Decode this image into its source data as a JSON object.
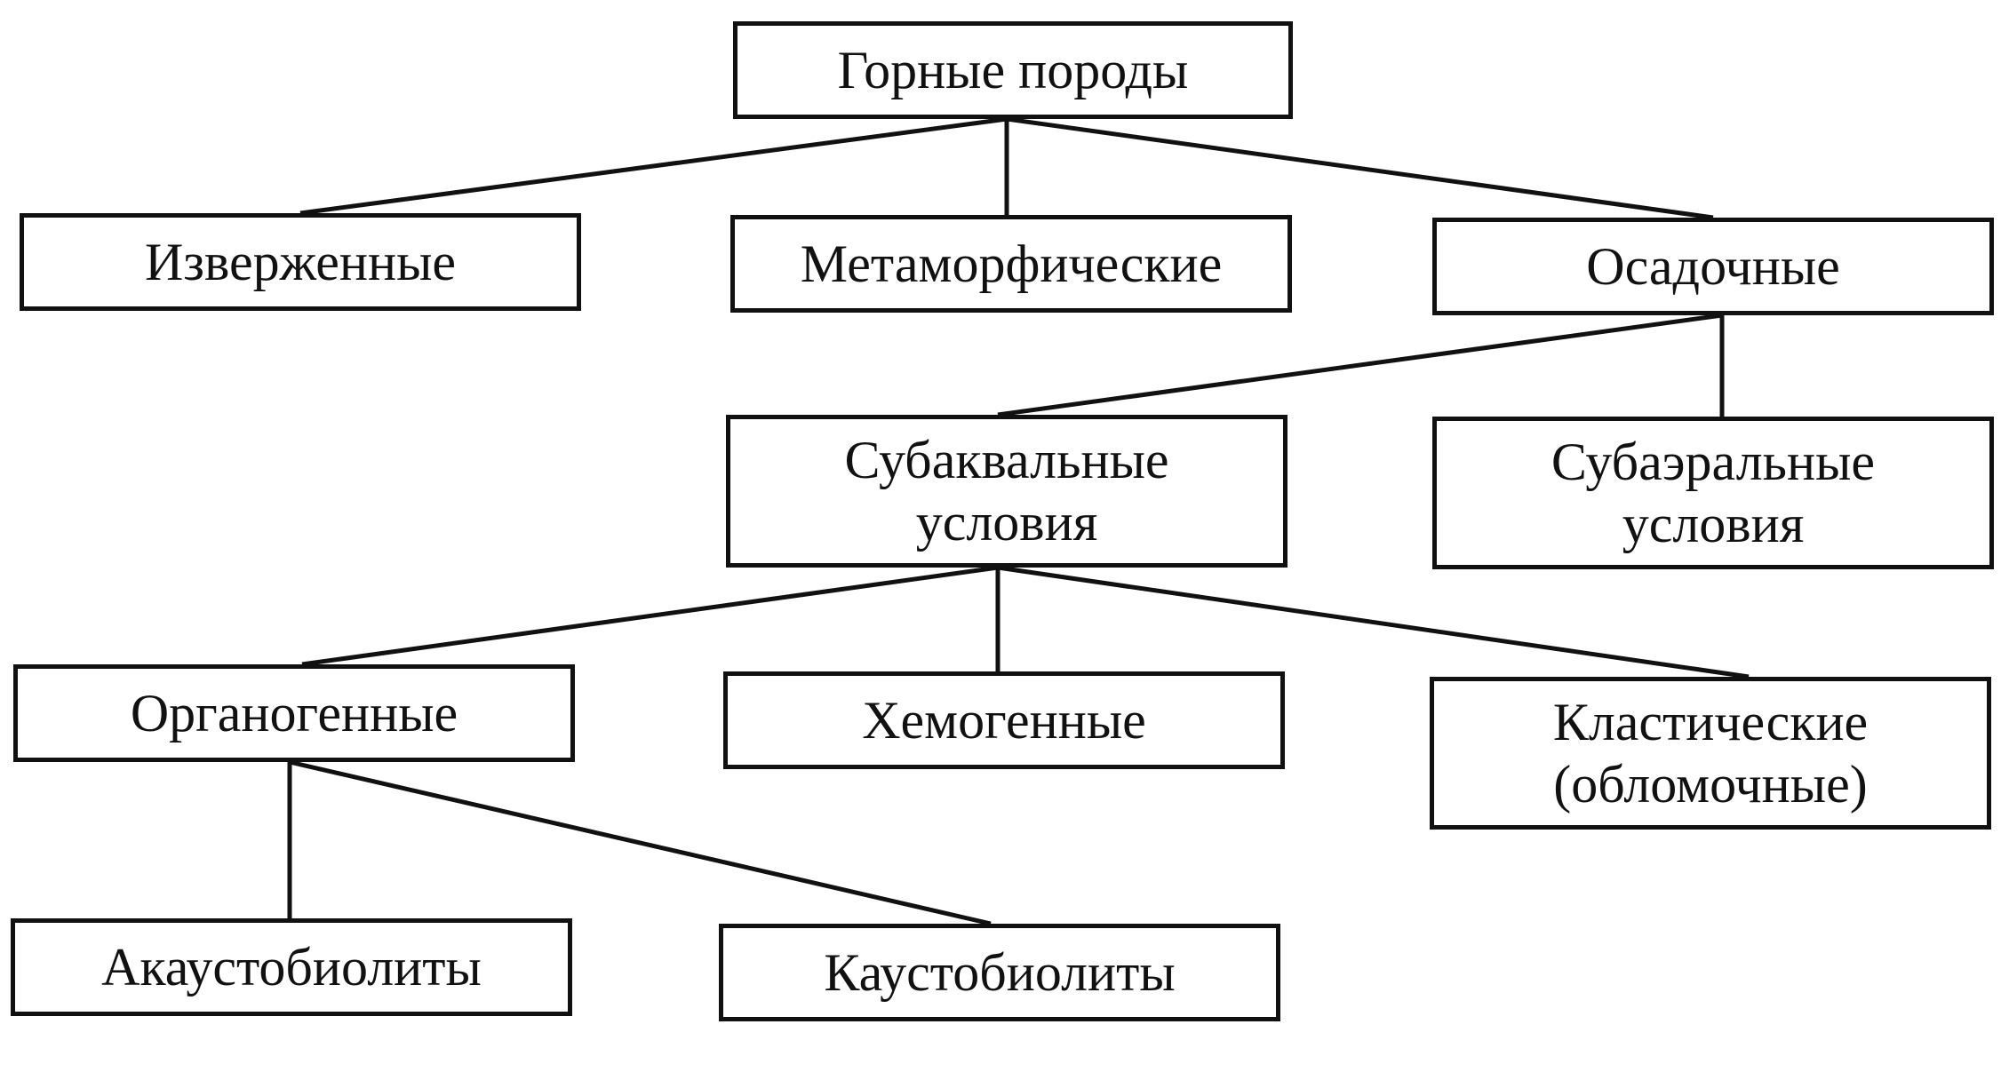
{
  "diagram": {
    "nodes": {
      "rocks": "Горные породы",
      "igneous": "Изверженные",
      "metamorphic": "Метаморфические",
      "sedimentary": "Осадочные",
      "subaqueous": [
        "Субаквальные",
        "условия"
      ],
      "subaerial": [
        "Субаэральные",
        "условия"
      ],
      "organogenic": "Органогенные",
      "chemogenic": "Хемогенные",
      "clastic": [
        "Кластические",
        "(обломочные)"
      ],
      "acaustobiolites": "Акаустобиолиты",
      "caustobiolites": "Каустобиолиты"
    },
    "edges": [
      {
        "from": "rocks",
        "to": "igneous"
      },
      {
        "from": "rocks",
        "to": "metamorphic"
      },
      {
        "from": "rocks",
        "to": "sedimentary"
      },
      {
        "from": "sedimentary",
        "to": "subaqueous"
      },
      {
        "from": "sedimentary",
        "to": "subaerial"
      },
      {
        "from": "subaqueous",
        "to": "organogenic"
      },
      {
        "from": "subaqueous",
        "to": "chemogenic"
      },
      {
        "from": "subaqueous",
        "to": "clastic"
      },
      {
        "from": "organogenic",
        "to": "acaustobiolites"
      },
      {
        "from": "organogenic",
        "to": "caustobiolites"
      }
    ],
    "line_color": "#111111"
  }
}
